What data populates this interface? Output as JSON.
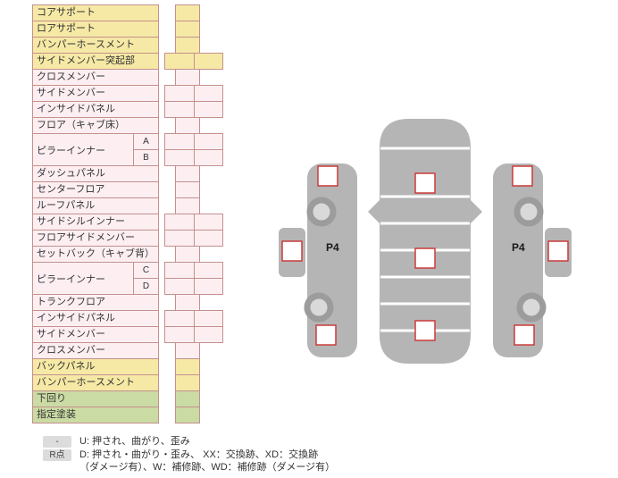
{
  "colors": {
    "yellow_section": "#f6e9a5",
    "pink_section": "#fdeff1",
    "green_section": "#cbdba4",
    "table_border": "#c4908e",
    "car_body_gray": "#b5b5b5",
    "wheel_gray": "#9c9c9c",
    "damage_marker_fill": "#ffffff",
    "damage_marker_border": "#cc3b3b",
    "legend_key_bg": "#dcdcdc"
  },
  "table": {
    "rows": [
      {
        "label": "コアサポート",
        "color": "yellow",
        "cells": 1
      },
      {
        "label": "ロアサポート",
        "color": "yellow",
        "cells": 1
      },
      {
        "label": "バンパーホースメント",
        "color": "yellow",
        "cells": 1
      },
      {
        "label": "サイドメンバー突起部",
        "color": "yellow",
        "cells": 2
      },
      {
        "label": "クロスメンバー",
        "color": "pink",
        "cells": 1
      },
      {
        "label": "サイドメンバー",
        "color": "pink",
        "cells": 2
      },
      {
        "label": "インサイドパネル",
        "color": "pink",
        "cells": 2
      },
      {
        "label": "フロア（キャブ床）",
        "color": "pink",
        "cells": 1
      },
      {
        "label": "ピラーインナー",
        "color": "pink",
        "subs": [
          {
            "label": "A",
            "cells": 2
          },
          {
            "label": "B",
            "cells": 2
          }
        ]
      },
      {
        "label": "ダッシュパネル",
        "color": "pink",
        "cells": 1
      },
      {
        "label": "センターフロア",
        "color": "pink",
        "cells": 1
      },
      {
        "label": "ルーフパネル",
        "color": "pink",
        "cells": 1
      },
      {
        "label": "サイドシルインナー",
        "color": "pink",
        "cells": 2
      },
      {
        "label": "フロアサイドメンバー",
        "color": "pink",
        "cells": 2
      },
      {
        "label": "セットバック（キャブ背）",
        "color": "pink",
        "cells": 1
      },
      {
        "label": "ピラーインナー",
        "color": "pink",
        "subs": [
          {
            "label": "C",
            "cells": 2
          },
          {
            "label": "D",
            "cells": 2
          }
        ]
      },
      {
        "label": "トランクフロア",
        "color": "pink",
        "cells": 1
      },
      {
        "label": "インサイドパネル",
        "color": "pink",
        "cells": 2
      },
      {
        "label": "サイドメンバー",
        "color": "pink",
        "cells": 2
      },
      {
        "label": "クロスメンバー",
        "color": "pink",
        "cells": 1
      },
      {
        "label": "バックパネル",
        "color": "yellow",
        "cells": 1
      },
      {
        "label": "バンパーホースメント",
        "color": "yellow",
        "cells": 1
      },
      {
        "label": "下回り",
        "color": "green",
        "cells": 1
      },
      {
        "label": "指定塗装",
        "color": "green",
        "cells": 1
      }
    ]
  },
  "diagram": {
    "p4_left": "P4",
    "p4_right": "P4",
    "damage_marker_count": 9,
    "wheel_marker_count": 4
  },
  "legend": {
    "rows": [
      {
        "key": "-",
        "lines": [
          "U: 押され、曲がり、歪み"
        ]
      },
      {
        "key": "R点",
        "lines": [
          "D: 押され・曲がり・歪み、 XX：交換跡、XD：交換跡",
          "（ダメージ有）、W：補修跡、WD：補修跡（ダメージ有）"
        ]
      }
    ]
  }
}
